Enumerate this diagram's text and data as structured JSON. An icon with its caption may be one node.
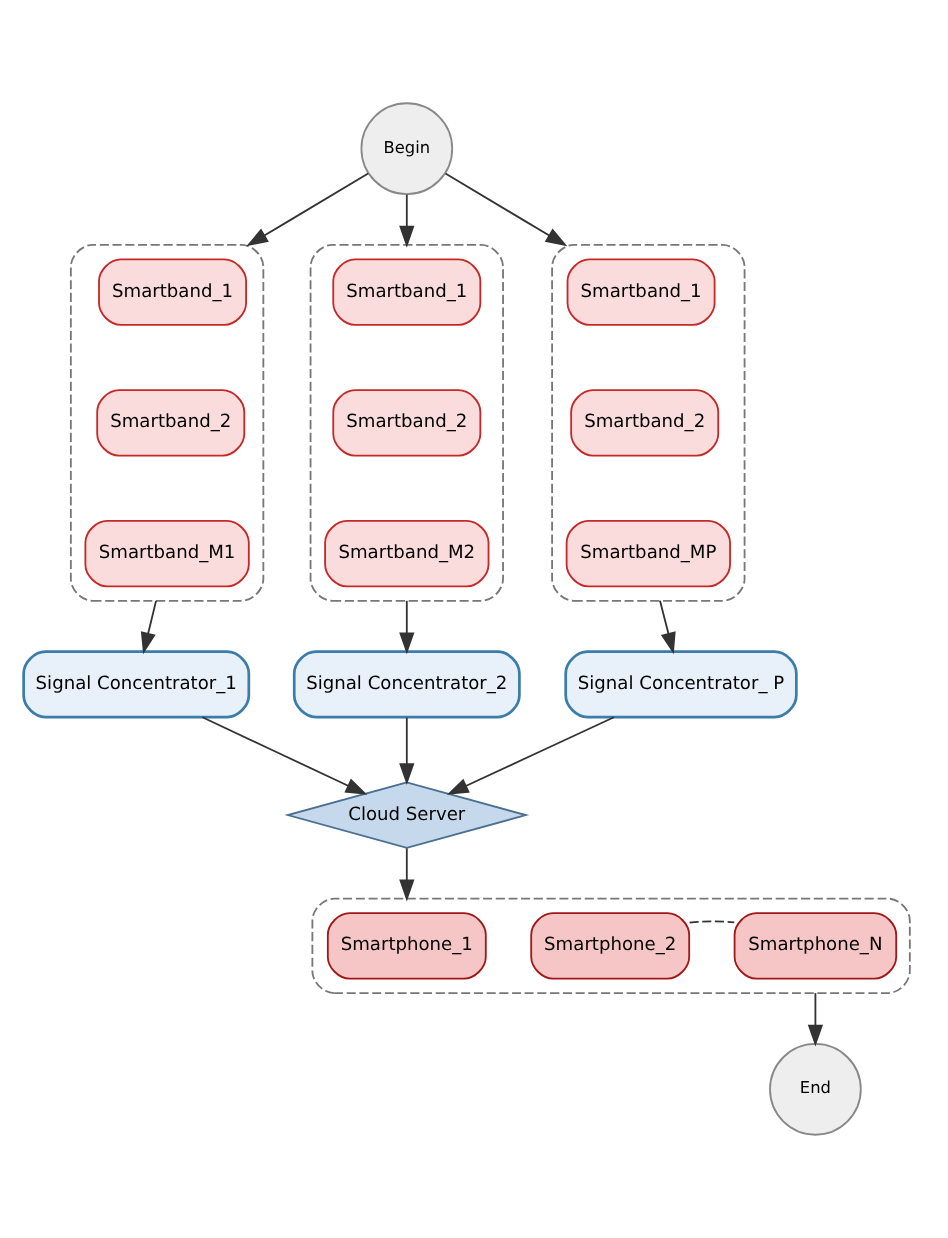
{
  "diagram": {
    "nodes": [
      {
        "text": [
          "Begin"
        ]
      },
      {
        "text": [],
        "shape": "box"
      },
      {
        "text": [
          "Smartband_1"
        ],
        "in": 1
      },
      {
        "text": [
          "Smartband_2"
        ],
        "in": 1
      },
      {
        "text": [
          "Smartband_M1"
        ],
        "in": 1
      },
      {
        "text": [],
        "shape": "box"
      },
      {
        "text": [
          "Smartband_1"
        ],
        "in": 5
      },
      {
        "text": [
          "Smartband_2"
        ],
        "in": 5
      },
      {
        "text": [
          "Smartband_M2"
        ],
        "in": 5
      },
      {
        "text": [],
        "shape": "box"
      },
      {
        "text": [
          "Smartband_1"
        ],
        "in": 9
      },
      {
        "text": [
          "Smartband_2"
        ],
        "in": 9
      },
      {
        "text": [
          "Smartband_MP"
        ],
        "in": 9
      },
      {
        "text": [
          "Signal Concentrator_1"
        ]
      },
      {
        "text": [
          "Signal Concentrator_2"
        ]
      },
      {
        "text": [
          "Signal Concentrator_ P"
        ]
      },
      {
        "text": [
          "Cloud Server"
        ]
      },
      {
        "text": [],
        "shape": "box"
      },
      {
        "text": [
          "Smartphone_1"
        ],
        "in": 17
      },
      {
        "text": [
          "Smartphone_2"
        ],
        "in": 17
      },
      {
        "text": [
          "Smartphone_N"
        ],
        "in": 17
      },
      {
        "text": [
          "End"
        ]
      }
    ],
    "edges": [
      {
        "from": 0,
        "to": 1,
        "arrow": "to"
      },
      {
        "from": 0,
        "to": 5,
        "arrow": "to"
      },
      {
        "from": 0,
        "to": 9,
        "arrow": "to"
      },
      {
        "from": 1,
        "to": 13,
        "arrow": "to"
      },
      {
        "from": 5,
        "to": 14,
        "arrow": "to"
      },
      {
        "from": 9,
        "to": 15,
        "arrow": "to"
      },
      {
        "from": 13,
        "to": 16,
        "arrow": "to"
      },
      {
        "from": 14,
        "to": 16,
        "arrow": "to"
      },
      {
        "from": 15,
        "to": 16,
        "arrow": "to"
      },
      {
        "from": 16,
        "to": 17,
        "arrow": "to"
      },
      {
        "from": 19,
        "to": 20,
        "arrow": "none",
        "style": "dashed"
      },
      {
        "from": 17,
        "to": 21,
        "arrow": "to"
      }
    ]
  }
}
